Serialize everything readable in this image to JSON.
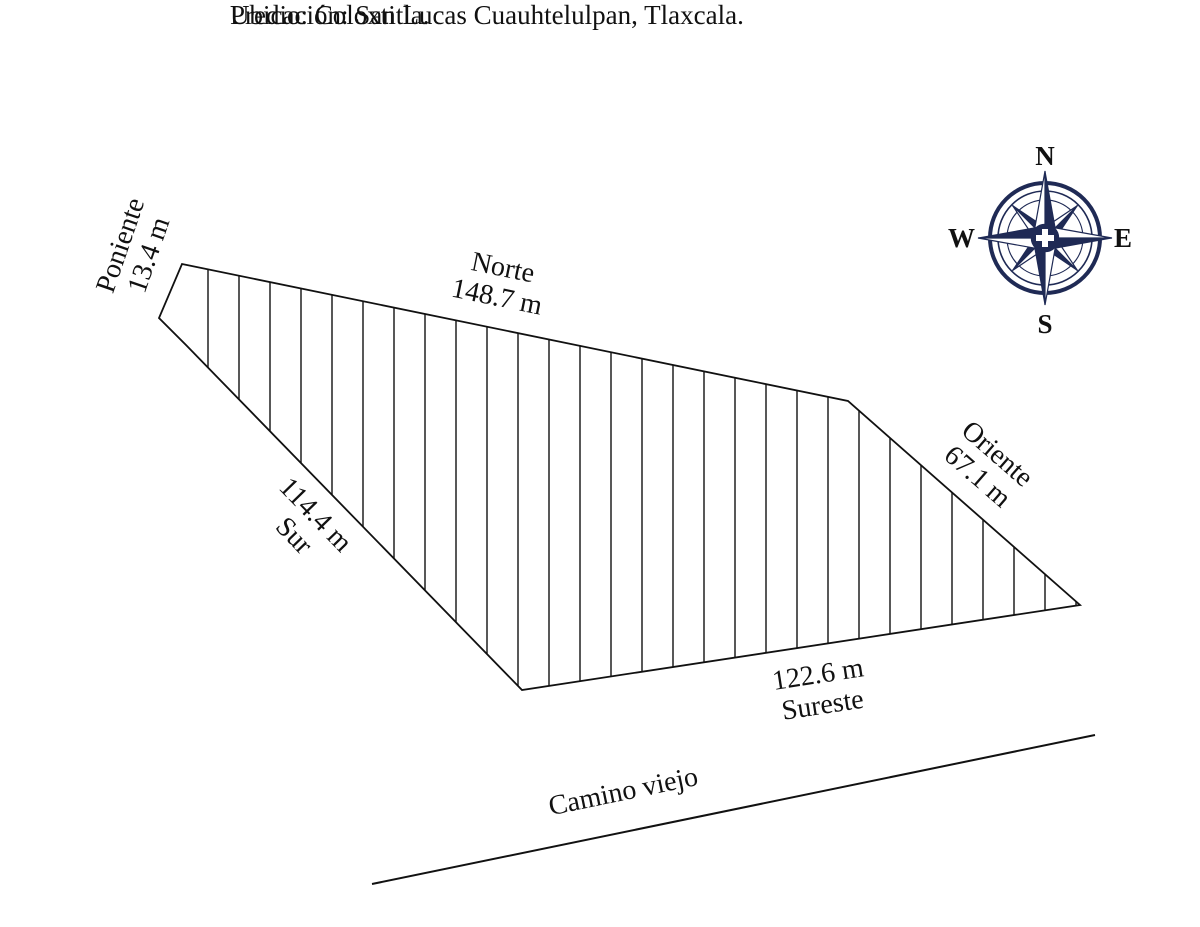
{
  "header": {
    "predio": "Predio: Coloxtitla.",
    "ubicacion": "Ubicación: San Lucas Cuauhtelulpan, Tlaxcala."
  },
  "sides": {
    "poniente": {
      "name": "Poniente",
      "length": "13.4 m"
    },
    "norte": {
      "name": "Norte",
      "length": "148.7 m"
    },
    "oriente": {
      "name": "Oriente",
      "length": "67.1 m"
    },
    "sur": {
      "name": "Sur",
      "length": "114.4 m"
    },
    "sureste": {
      "name": "Sureste",
      "length": "122.6 m"
    }
  },
  "road": {
    "label": "Camino viejo"
  },
  "compass": {
    "north": "N",
    "south": "S",
    "east": "E",
    "west": "W",
    "color": "#1f2a55"
  }
}
